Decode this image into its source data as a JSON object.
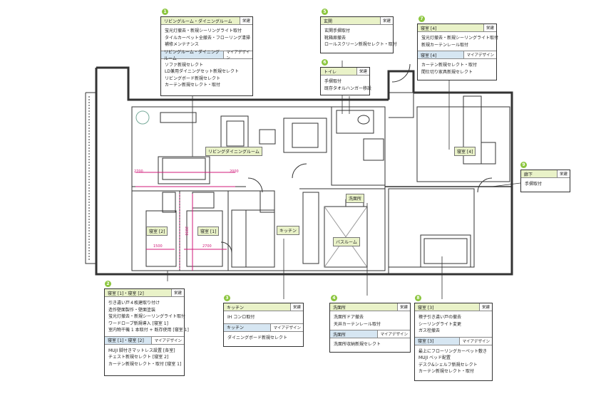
{
  "colors": {
    "accent_green": "#8cc63f",
    "header_green": "#e9f2c8",
    "header_blue": "#d6e6f2",
    "dimension_magenta": "#d11a7a"
  },
  "rooms": {
    "living": "リビングダイニングルーム",
    "bedroom2": "寝室 [2]",
    "bedroom1": "寝室 [1]",
    "kitchen": "キッチン",
    "bathroom": "バスルーム",
    "washroom": "洗面所",
    "bedroom4": "寝室 [4]"
  },
  "dims": {
    "a": "2700",
    "b": "2000",
    "c": "1500",
    "d": "2700",
    "e": "2890"
  },
  "callouts": {
    "c1": {
      "num": "1",
      "title": "リビングルーム・ダイニングルーム",
      "tag": "栄建",
      "items": [
        "蛍光灯撤去・新規シーリングライト取付",
        "タイルカーペット全撤去・フローリング清掃",
        "補修メンテナンス"
      ],
      "sub_title": "リビングルーム・ダイニングルーム",
      "sub_tag": "マイアデザイン",
      "sub_items": [
        "ソファ新規セレクト",
        "LD兼用ダイニングセット新規セレクト",
        "リビングボード新規セレクト",
        "カーテン新規セレクト・取付"
      ]
    },
    "c2": {
      "num": "2",
      "title": "寝室 [1]・寝室 [2]",
      "tag": "栄建",
      "items": [
        "引き違い戸４枚建取り付け",
        "造作壁面製作・壁面塗装",
        "蛍光灯撤去・新規シーリングライト取付",
        "ワードローブ新規導入 [寝室 1]",
        "室内物干機 1 本取付 + 既存使用 [寝室 1]"
      ],
      "sub_title": "寝室 [1]・寝室 [2]",
      "sub_tag": "マイアデザイン",
      "sub_items": [
        "MUJI 脚付きマットレス設置 [各室]",
        "チェスト新規セレクト [寝室 2]",
        "カーテン新規セレクト・取付 [寝室 1]"
      ]
    },
    "c3": {
      "num": "3",
      "title": "キッチン",
      "tag": "栄建",
      "items": [
        "IH コンロ取付"
      ],
      "sub_title": "キッチン",
      "sub_tag": "マイアデザイン",
      "sub_items": [
        "ダイニングボード新規セレクト"
      ]
    },
    "c4": {
      "num": "4",
      "title": "洗面所",
      "tag": "栄建",
      "items": [
        "洗面所ドア撤去",
        "天井カーテンレール取付"
      ],
      "sub_title": "洗面所",
      "sub_tag": "マイアデザイン",
      "sub_items": [
        "洗面所収納新規セレクト"
      ]
    },
    "c5": {
      "num": "5",
      "title": "玄関",
      "tag": "栄建",
      "items": [
        "玄関手摺取付",
        "靴箱扉撤去",
        "ロールスクリーン新規セレクト・取付"
      ]
    },
    "c6": {
      "num": "6",
      "title": "トイレ",
      "tag": "栄建",
      "items": [
        "手摺取付",
        "既存タオルハンガー移設"
      ]
    },
    "c7": {
      "num": "7",
      "title": "寝室 [4]",
      "tag": "栄建",
      "items": [
        "蛍光灯撤去・新規シーリングライト取付",
        "新規カーテンレール取付"
      ],
      "sub_title": "寝室 [4]",
      "sub_tag": "マイアデザイン",
      "sub_items": [
        "カーテン新規セレクト・取付",
        "間仕切り家具新規セレクト"
      ]
    },
    "c8": {
      "num": "8",
      "title": "寝室 [3]",
      "tag": "栄建",
      "items": [
        "襖子引き違い戸の撤去",
        "シーリングライト変更",
        "ガス栓撤去"
      ],
      "sub_title": "寝室 [3]",
      "sub_tag": "マイアデザイン",
      "sub_items": [
        "最上にフローリングカーペット敷き",
        "MUJI ベッド配置",
        "デスク&シェルフ新規セレクト",
        "カーテン新規セレクト・取付"
      ]
    },
    "c9": {
      "num": "9",
      "title": "廊下",
      "tag": "栄建",
      "items": [
        "手摺取付"
      ]
    }
  }
}
